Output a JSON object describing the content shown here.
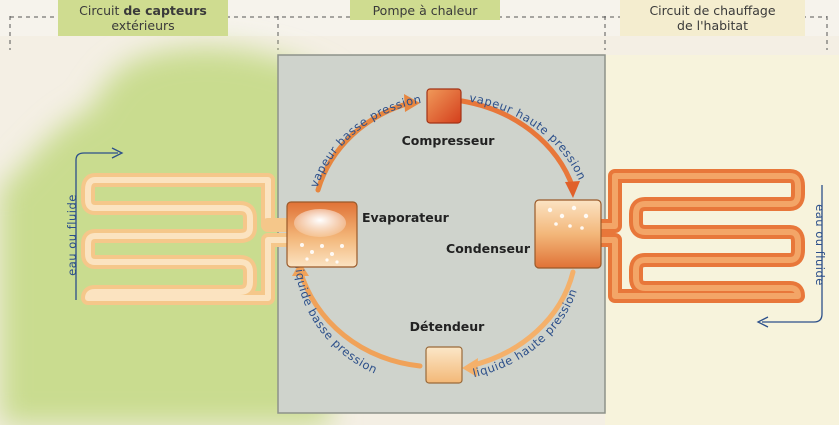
{
  "headers": {
    "left": {
      "prefix": "Circuit ",
      "bold": "de capteurs",
      "line2": "extérieurs"
    },
    "center": "Pompe à chaleur",
    "right": {
      "line1": "Circuit de chauffage",
      "line2": "de l'habitat"
    }
  },
  "components": {
    "compressor": "Compresseur",
    "evaporator": "Evaporateur",
    "condenser": "Condenseur",
    "expander": "Détendeur"
  },
  "flows": {
    "top_left": "vapeur basse pression",
    "top_right": "vapeur haute pression",
    "bottom_right": "liquide haute pression",
    "bottom_left": "liquide basse pression"
  },
  "side_labels": {
    "left": "eau ou fluide",
    "right": "eau ou fluide"
  },
  "colors": {
    "panel_gray": "#cfd3cc",
    "panel_cream": "#f7f3dc",
    "green_field": "#c8dc8e",
    "header_green": "#cfdc90",
    "warm_orange": "#e8773a",
    "hot_red": "#d9431e",
    "pale_orange": "#f5c78a",
    "text_blue": "#2c4f8a"
  }
}
